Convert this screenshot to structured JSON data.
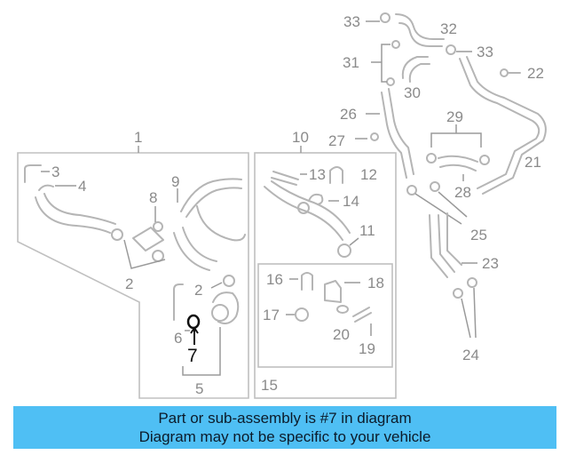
{
  "colors": {
    "banner": "#4fbff4",
    "parts": "#b5b5b5",
    "highlight": "#111111"
  },
  "callouts": {
    "c1": "1",
    "c2a": "2",
    "c2b": "2",
    "c3": "3",
    "c4": "4",
    "c5": "5",
    "c6": "6",
    "c7": "7",
    "c8": "8",
    "c9": "9",
    "c10": "10",
    "c11": "11",
    "c12": "12",
    "c13": "13",
    "c14": "14",
    "c15": "15",
    "c16": "16",
    "c17": "17",
    "c18": "18",
    "c19": "19",
    "c20": "20",
    "c21": "21",
    "c22": "22",
    "c23": "23",
    "c24": "24",
    "c25": "25",
    "c26": "26",
    "c27": "27",
    "c28": "28",
    "c29": "29",
    "c30": "30",
    "c31": "31",
    "c32": "32",
    "c33a": "33",
    "c33b": "33"
  },
  "highlighted_part": "7",
  "banner": {
    "line1": "Part or sub-assembly is #7 in diagram",
    "line2": "Diagram may not be specific to your vehicle"
  }
}
